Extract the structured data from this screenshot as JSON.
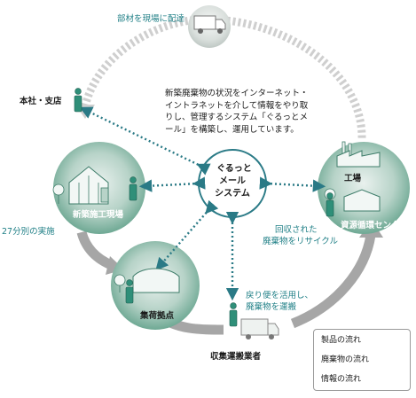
{
  "top_label": "部材を現場に配達",
  "description": "新築廃棄物の状況をインターネット・イントラネットを介して情報をやり取りし、管理するシステム「ぐるっとメール」を構築し、運用しています。",
  "center": {
    "line1": "ぐるっと",
    "line2": "メール",
    "line3": "システム"
  },
  "nodes": {
    "head_office": "本社・支店",
    "site": "新築施工現場",
    "site_note": "27分別の実施",
    "collection_point": "集荷拠点",
    "carrier": "収集運搬業者",
    "carrier_note_1": "戻り便を活用し、",
    "carrier_note_2": "廃棄物を運搬",
    "factory": "工場",
    "recycle_center": "資源循環センター",
    "recycle_note_1": "回収された",
    "recycle_note_2": "廃棄物をリサイクル"
  },
  "legend": [
    {
      "label": "製品の流れ",
      "type": "product"
    },
    {
      "label": "廃棄物の流れ",
      "type": "waste"
    },
    {
      "label": "情報の流れ",
      "type": "info"
    }
  ],
  "colors": {
    "teal": "#1f7f86",
    "node_fill": "#5e9f88",
    "product_arrow": "#d4d4d4",
    "waste_arrow": "#9e9e9e",
    "info_arrow": "#2a7a86",
    "person": "#2f8f79"
  },
  "icons": [
    "truck-icon",
    "person-icon",
    "house-icon",
    "warehouse-icon",
    "factory-icon",
    "tree-icon"
  ]
}
